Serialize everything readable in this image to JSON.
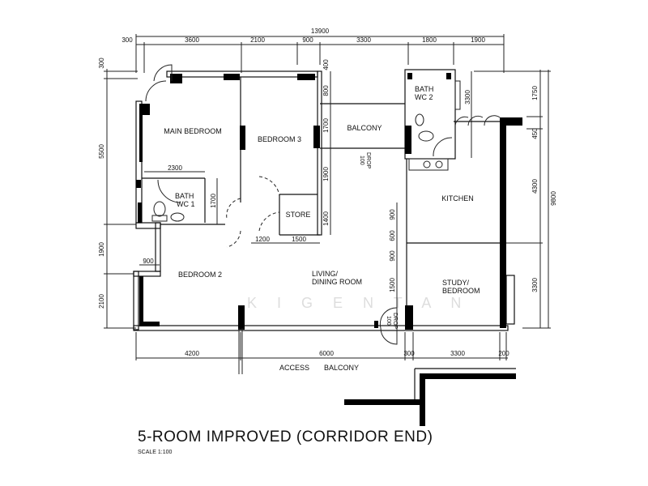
{
  "title": "5-ROOM IMPROVED (CORRIDOR END)",
  "scale": "SCALE  1:100",
  "watermark": "K I G E N T A N",
  "rooms": {
    "main_bedroom": "MAIN BEDROOM",
    "bedroom3": "BEDROOM 3",
    "balcony": "BALCONY",
    "bath_wc2_a": "BATH",
    "bath_wc2_b": "WC 2",
    "bath_wc1_a": "BATH",
    "bath_wc1_b": "WC 1",
    "store": "STORE",
    "kitchen": "KITCHEN",
    "living_a": "LIVING/",
    "living_b": "DINING ROOM",
    "bedroom2": "BEDROOM 2",
    "study_a": "STUDY/",
    "study_b": "BEDROOM",
    "access_a": "ACCESS",
    "access_b": "BALCONY",
    "drop1_a": "100",
    "drop1_b": "DROP",
    "drop2_a": "100",
    "drop2_b": "DROP"
  },
  "dimensions": {
    "overall_width": "13900",
    "top": [
      "300",
      "3600",
      "2100",
      "900",
      "3300",
      "1800",
      "1900"
    ],
    "left": [
      "300",
      "5500",
      "1900",
      "2100"
    ],
    "right": [
      "1750",
      "450",
      "4300",
      "3300"
    ],
    "overall_depth": "9800",
    "bottom": [
      "4200",
      "6000",
      "300",
      "3300",
      "200"
    ],
    "interior": {
      "d400": "400",
      "d800": "800",
      "d1700a": "1700",
      "d1900": "1900",
      "d1400": "1400",
      "d900a": "900",
      "d600": "600",
      "d900b": "900",
      "d1500a": "1500",
      "d1200": "1200",
      "d1500b": "1500",
      "d2300": "2300",
      "d1700b": "1700",
      "d900c": "900",
      "d3300": "3300"
    }
  }
}
